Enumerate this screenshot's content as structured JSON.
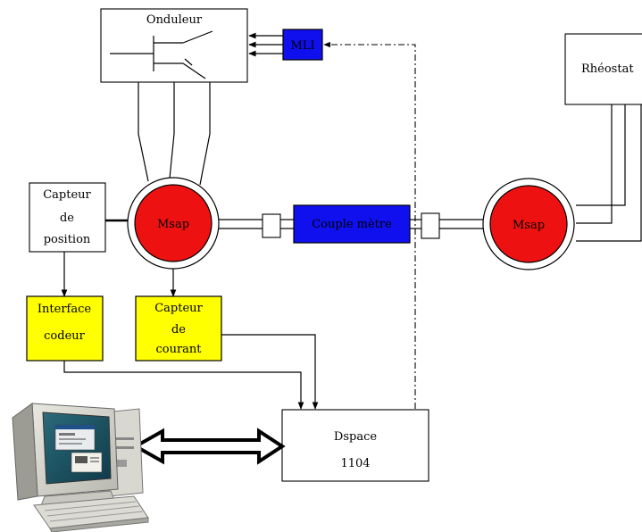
{
  "colors": {
    "motor_fill": "#ee1111",
    "blue_block": "#1010ee",
    "yellow_block": "#ffff00"
  },
  "blocks": {
    "onduleur": {
      "label": "Onduleur"
    },
    "mli": {
      "label": "MLI"
    },
    "rheostat": {
      "label": "Rhéostat"
    },
    "capteur_position": {
      "line1": "Capteur",
      "line2": "de",
      "line3": "position"
    },
    "motor_left": {
      "label": "Msap"
    },
    "couplemetre": {
      "label": "Couple mètre"
    },
    "motor_right": {
      "label": "Msap"
    },
    "interface_codeur": {
      "line1": "Interface",
      "line2": "codeur"
    },
    "capteur_courant": {
      "line1": "Capteur",
      "line2": "de",
      "line3": "courant"
    },
    "dspace": {
      "line1": "Dspace",
      "line2": "1104"
    }
  },
  "icons": {
    "computer": "desktop-computer-icon"
  }
}
